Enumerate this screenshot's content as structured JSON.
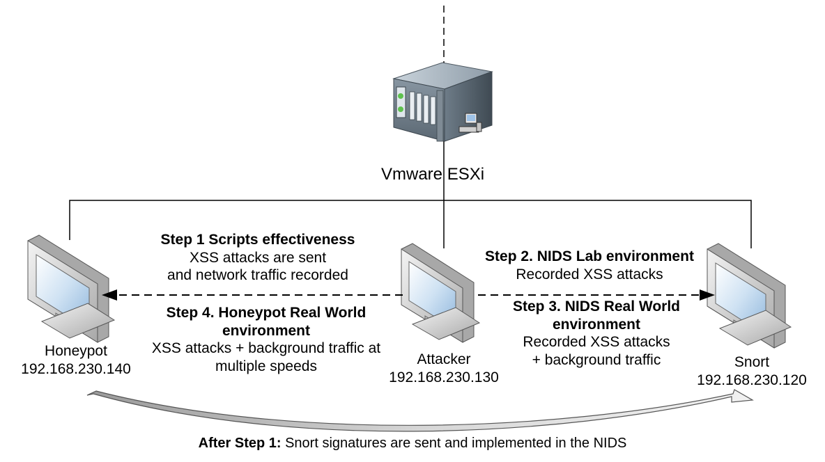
{
  "server": {
    "label": "Vmware ESXi",
    "icon": "server-rack-icon"
  },
  "nodes": {
    "honeypot": {
      "name": "Honeypot",
      "ip": "192.168.230.140",
      "icon": "monitor-icon"
    },
    "attacker": {
      "name": "Attacker",
      "ip": "192.168.230.130",
      "icon": "monitor-icon"
    },
    "snort": {
      "name": "Snort",
      "ip": "192.168.230.120",
      "icon": "monitor-icon"
    }
  },
  "steps": {
    "step1": {
      "title": "Step 1 Scripts effectiveness",
      "line1": "XSS attacks are sent",
      "line2": "and network traffic recorded"
    },
    "step2": {
      "title": "Step 2. NIDS Lab environment",
      "line1": "Recorded XSS attacks"
    },
    "step3": {
      "title1": "Step 3. NIDS Real World",
      "title2": "environment",
      "line1": "Recorded XSS attacks",
      "line2": "+ background traffic"
    },
    "step4": {
      "title1": "Step 4. Honeypot Real World",
      "title2": "environment",
      "line1": "XSS attacks + background traffic at",
      "line2": "multiple speeds"
    }
  },
  "footer": {
    "bold": "After Step 1:",
    "text": " Snort signatures are sent and implemented in the NIDS"
  },
  "colors": {
    "line": "#000000",
    "arrow_fill": "#c8c8c8",
    "server_body": "#7a8a96",
    "monitor_frame": "#d0d0d0",
    "screen": "#b9d4ec"
  }
}
